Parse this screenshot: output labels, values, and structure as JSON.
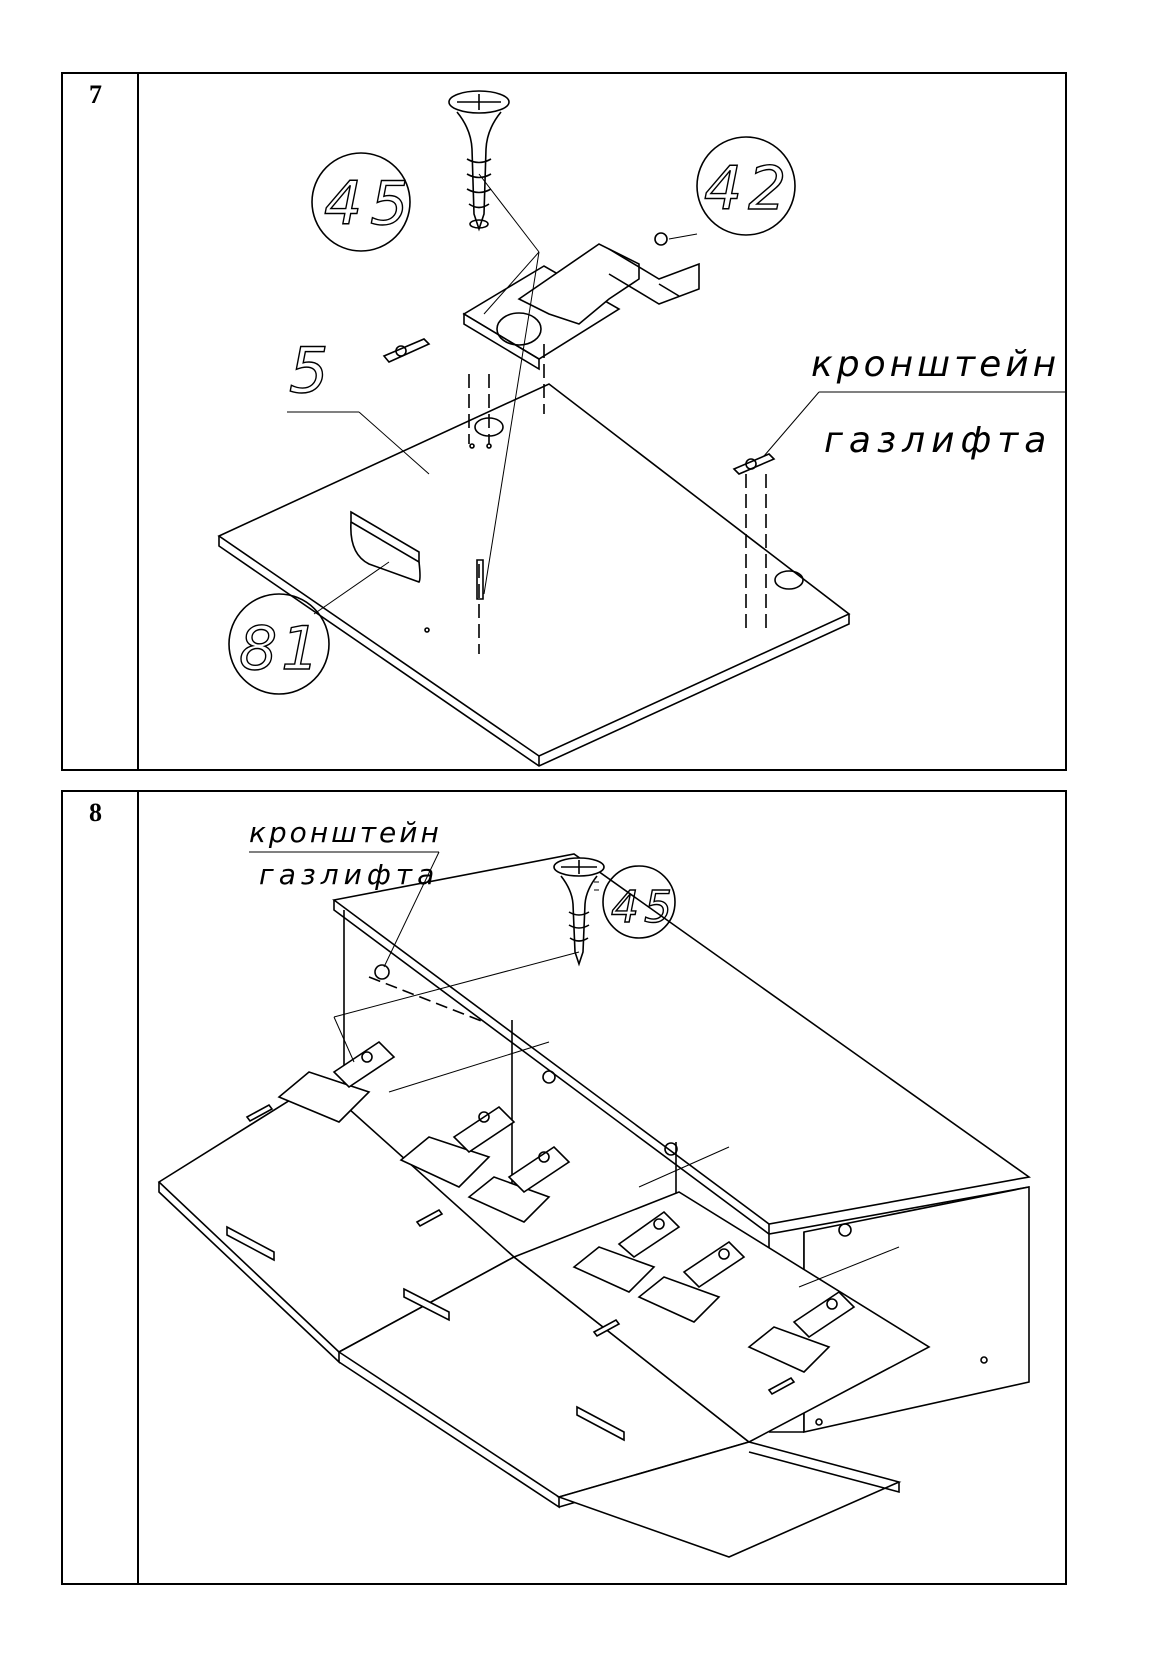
{
  "steps": [
    {
      "number": "7",
      "labels": {
        "screw": "45",
        "hinge": "42",
        "panel": "5",
        "handle": "81",
        "bracket_line1": "кронштейн",
        "bracket_line2": "газлифта"
      }
    },
    {
      "number": "8",
      "labels": {
        "screw": "45",
        "bracket_line1": "кронштейн",
        "bracket_line2": "газлифта"
      }
    }
  ]
}
